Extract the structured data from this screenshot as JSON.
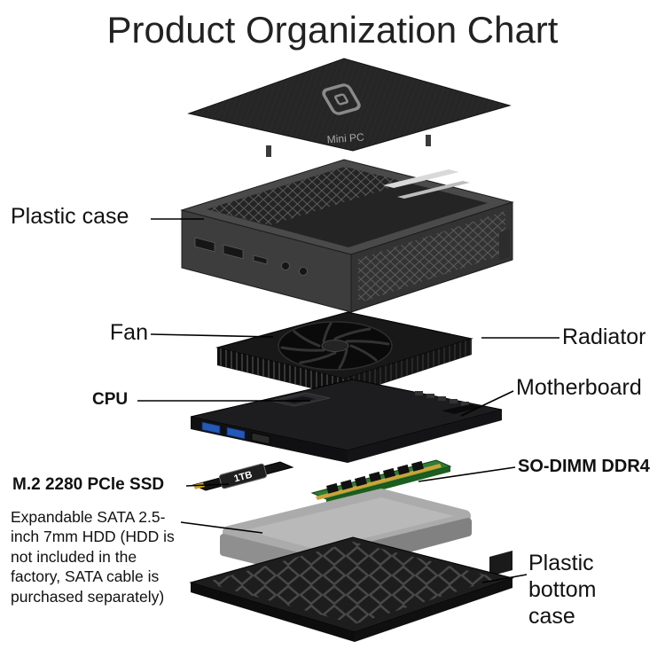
{
  "diagram": {
    "title": "Product Organization Chart",
    "labels": {
      "plastic_case": "Plastic case",
      "fan": "Fan",
      "radiator": "Radiator",
      "cpu": "CPU",
      "motherboard": "Motherboard",
      "m2_ssd": "M.2 2280 PCle SSD",
      "so_dimm": "SO-DIMM DDR4",
      "hdd_note": "Expandable SATA 2.5-inch 7mm HDD (HDD is not included in the factory, SATA cable is purchased separately)",
      "bottom_case": "Plastic bottom case"
    },
    "device_text": {
      "brand": "Mini PC",
      "ssd_capacity": "1TB"
    },
    "colors": {
      "lid": "#262626",
      "case_top": "#4a4a4a",
      "case_front": "#3d3d3d",
      "pcb_green": "#2e7d32",
      "usb_blue": "#2559b8",
      "hdd_gray": "#ababab",
      "leader_line": "#000000"
    }
  }
}
